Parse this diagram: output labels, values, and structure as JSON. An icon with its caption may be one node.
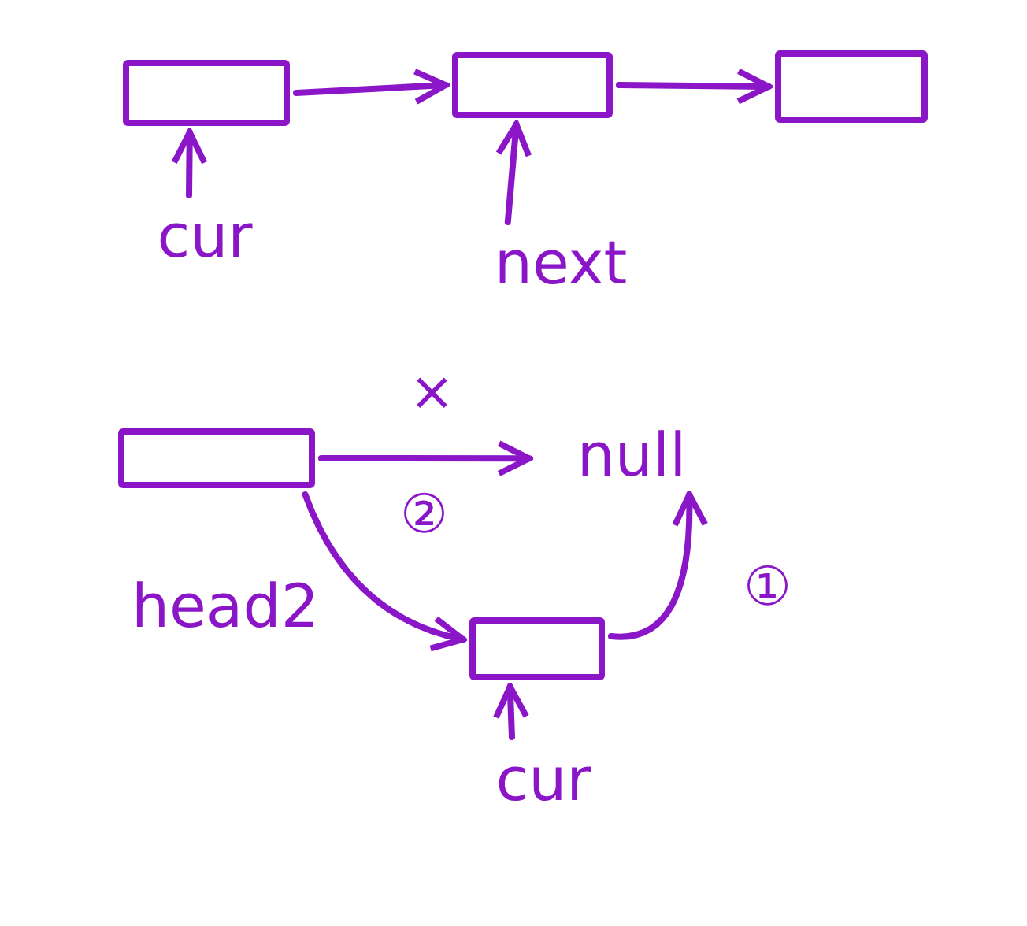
{
  "diagram": {
    "nodes": [
      {
        "text": [],
        "shape": "box"
      },
      {
        "text": [],
        "shape": "box"
      },
      {
        "text": [],
        "shape": "box"
      },
      {
        "text": [
          "cur"
        ]
      },
      {
        "text": [
          "next"
        ]
      },
      {
        "text": [],
        "shape": "box"
      },
      {
        "text": [
          "null"
        ]
      },
      {
        "text": [
          "head2"
        ]
      },
      {
        "text": [],
        "shape": "box"
      },
      {
        "text": [
          "cur"
        ]
      }
    ],
    "edges": [
      {
        "from": 0,
        "to": 1,
        "arrow": "to"
      },
      {
        "from": 1,
        "to": 2,
        "arrow": "to"
      },
      {
        "from": 3,
        "to": 0,
        "arrow": "to"
      },
      {
        "from": 4,
        "to": 1,
        "arrow": "to"
      },
      {
        "from": 5,
        "to": 6,
        "arrow": "to",
        "label": "×"
      },
      {
        "from": 5,
        "to": 8,
        "arrow": "to",
        "label": "②"
      },
      {
        "from": 8,
        "to": 6,
        "arrow": "to",
        "label": "①"
      },
      {
        "from": 9,
        "to": 8,
        "arrow": "to"
      }
    ]
  }
}
